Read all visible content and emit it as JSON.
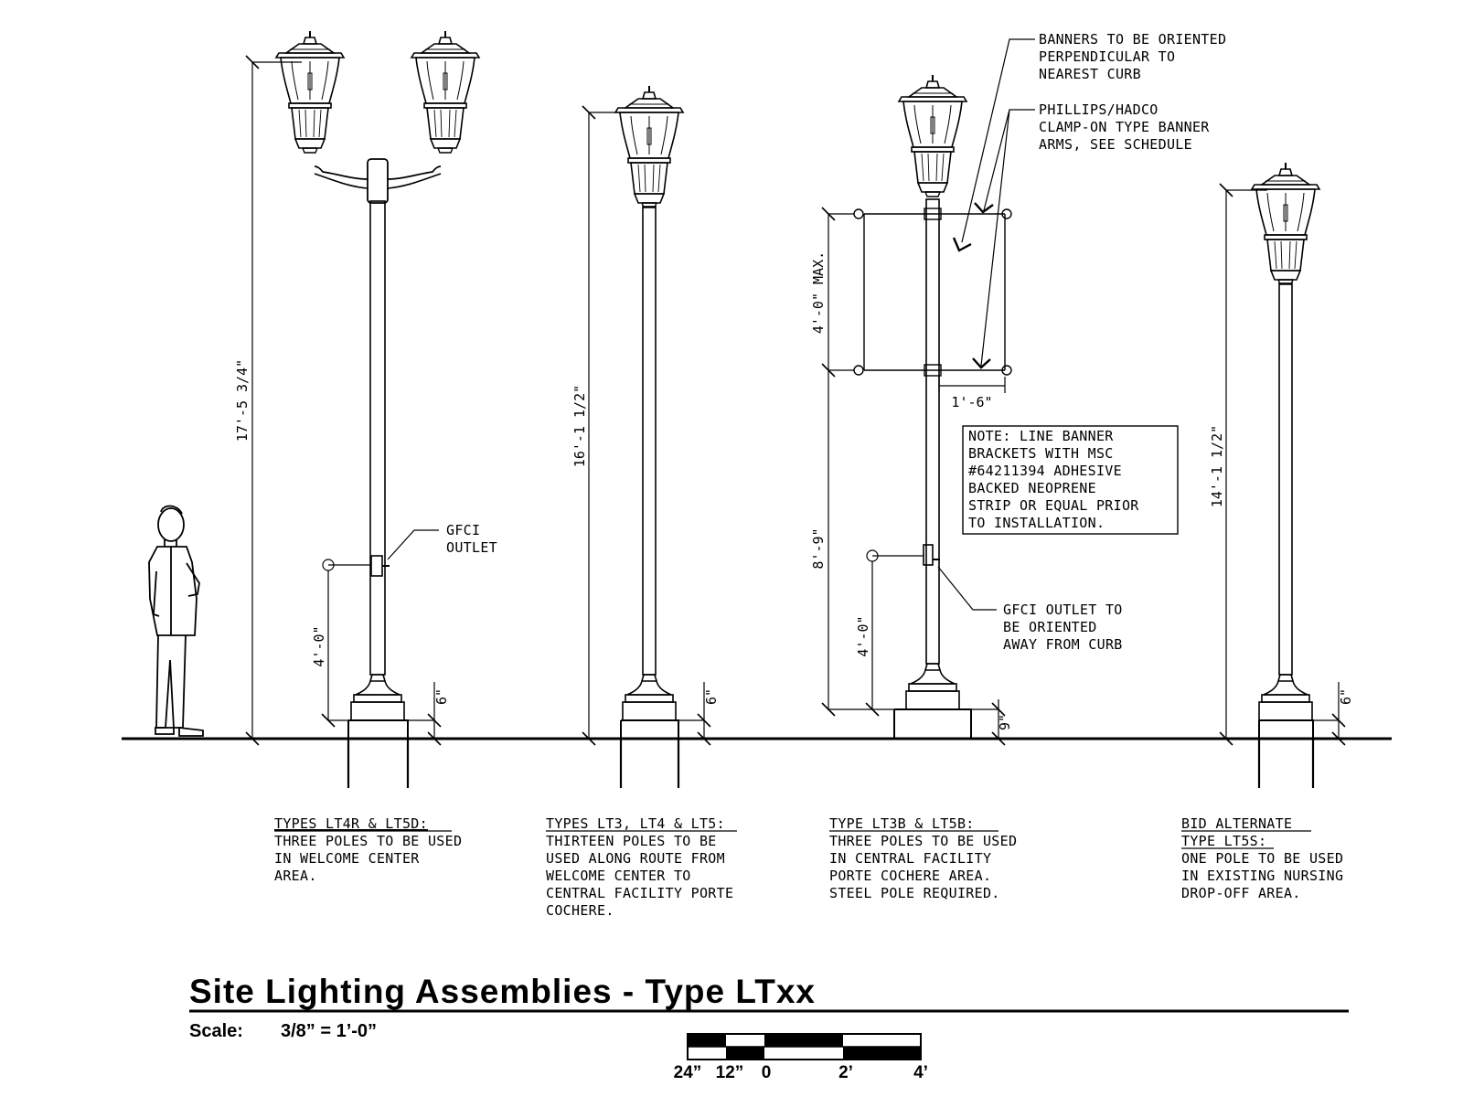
{
  "title": "Site Lighting Assemblies - Type LTxx",
  "scale_label": "Scale:",
  "scale_value": "3/8” = 1’-0”",
  "scale_bar": [
    "24”",
    "12”",
    "0",
    "2’",
    "4’"
  ],
  "poles": [
    {
      "id": "lt4r-lt5d",
      "height_dim": "17'-5 3/4\"",
      "outlet_dim": "4'-0\"",
      "base_dim": "6\"",
      "callout": [
        "GFCI",
        "OUTLET"
      ],
      "caption_title": "TYPES LT4R & LT5D:",
      "caption_body": [
        "THREE POLES TO BE USED",
        "IN WELCOME CENTER",
        "AREA."
      ]
    },
    {
      "id": "lt3-lt4-lt5",
      "height_dim": "16'-1 1/2\"",
      "base_dim": "6\"",
      "caption_title": "TYPES LT3, LT4 & LT5:",
      "caption_body": [
        "THIRTEEN POLES TO BE",
        "USED ALONG ROUTE FROM",
        "WELCOME CENTER TO",
        "CENTRAL FACILITY PORTE",
        "COCHERE."
      ]
    },
    {
      "id": "lt3b-lt5b",
      "banner_dim": "4'-0\" MAX.",
      "mid_dim": "8'-9\"",
      "outlet_dim": "4'-0\"",
      "arm_dim": "1'-6\"",
      "base_dim": "9\"",
      "callout_banners": [
        "BANNERS TO BE ORIENTED",
        "PERPENDICULAR TO",
        "NEAREST CURB"
      ],
      "callout_arms": [
        "PHILLIPS/HADCO",
        "CLAMP-ON TYPE BANNER",
        "ARMS, SEE SCHEDULE"
      ],
      "note_box": [
        "NOTE:  LINE BANNER",
        "BRACKETS WITH MSC",
        "#64211394 ADHESIVE",
        "BACKED NEOPRENE",
        "STRIP OR EQUAL PRIOR",
        "TO INSTALLATION."
      ],
      "callout_outlet": [
        "GFCI OUTLET TO",
        "BE ORIENTED",
        "AWAY FROM CURB"
      ],
      "caption_title": "TYPE LT3B & LT5B:",
      "caption_body": [
        "THREE POLES TO BE USED",
        "IN CENTRAL FACILITY",
        "PORTE COCHERE AREA.",
        "STEEL POLE REQUIRED."
      ]
    },
    {
      "id": "lt5s",
      "height_dim": "14'-1 1/2\"",
      "base_dim": "6\"",
      "caption_title_lines": [
        "BID ALTERNATE",
        "TYPE LT5S:"
      ],
      "caption_body": [
        "ONE POLE TO BE USED",
        "IN EXISTING NURSING",
        "DROP-OFF AREA."
      ]
    }
  ]
}
